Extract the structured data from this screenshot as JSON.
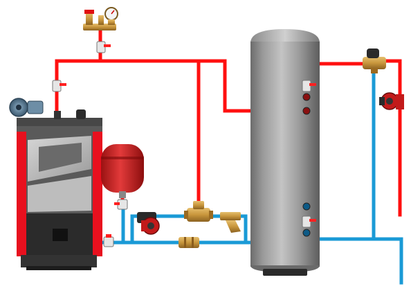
{
  "diagram": {
    "colors": {
      "hot_pipe": "#ff1010",
      "cold_pipe": "#1a9ad6",
      "boiler_red": "#e8101e",
      "boiler_body": "#5a5a5a",
      "boiler_door": "#b8b8b8",
      "tank_steel": "#8e8e8e",
      "brass": "#c8963c",
      "pump_red": "#c21a1a",
      "pump_dark": "#2a2a2a",
      "expansion_red": "#cc1f1f",
      "valve_handle": "#ff2020"
    },
    "components": [
      "solid-fuel-boiler",
      "boiler-blower-fan",
      "safety-group",
      "expansion-tank",
      "circulation-pump-boiler",
      "three-way-thermostatic-valve",
      "y-strainer",
      "check-valve",
      "hot-water-storage-tank",
      "three-way-mixing-valve",
      "circulation-pump-heating"
    ]
  }
}
